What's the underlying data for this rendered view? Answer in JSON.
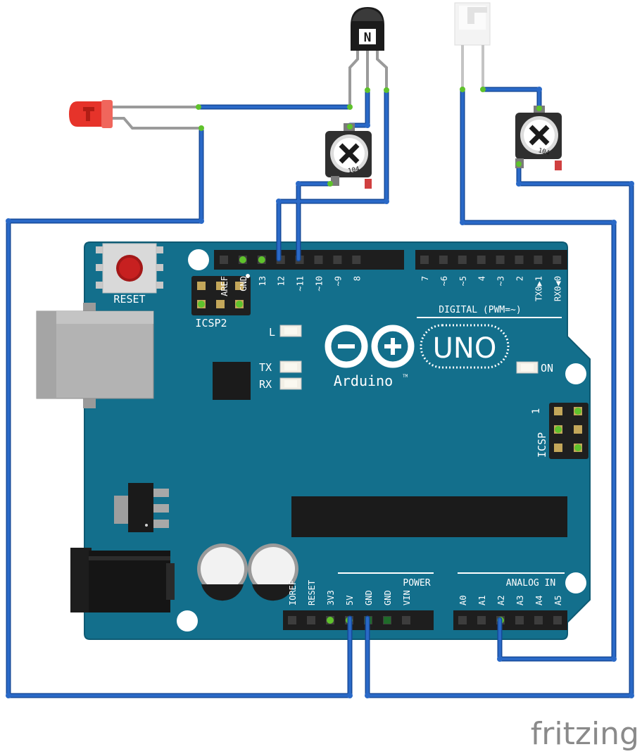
{
  "board": {
    "reset": "RESET",
    "icsp2": "ICSP2",
    "icsp": "ICSP",
    "icsp_pin1": "1",
    "led_l": "L",
    "led_tx": "TX",
    "led_rx": "RX",
    "led_on": "ON",
    "logo": "UNO",
    "brand": "Arduino",
    "tm": "TM",
    "digital_label": "DIGITAL (PWM=~)",
    "power_label": "POWER",
    "analog_label": "ANALOG IN",
    "pins_digital_left": [
      "AREF",
      "GND",
      "13",
      "12",
      "~11",
      "~10",
      "~9",
      "8"
    ],
    "pins_digital_right": [
      "7",
      "~6",
      "~5",
      "4",
      "~3",
      "2",
      "TX0▶1",
      "RX0◀0"
    ],
    "pins_power": [
      "IOREF",
      "RESET",
      "3V3",
      "5V",
      "GND",
      "GND",
      "VIN"
    ],
    "pins_analog": [
      "A0",
      "A1",
      "A2",
      "A3",
      "A4",
      "A5"
    ]
  },
  "components": {
    "transistor_label": "N",
    "pot1_code": "104",
    "pot2_code": "104"
  },
  "footer": {
    "watermark": "fritzing"
  },
  "colors": {
    "board": "#136f8c",
    "board_edge": "#0e5a73",
    "wire": "#2a69c7",
    "wire_edge": "#154a9a",
    "led": "#e6332a",
    "header": "#1e1e1e",
    "silk": "#ffffff"
  }
}
